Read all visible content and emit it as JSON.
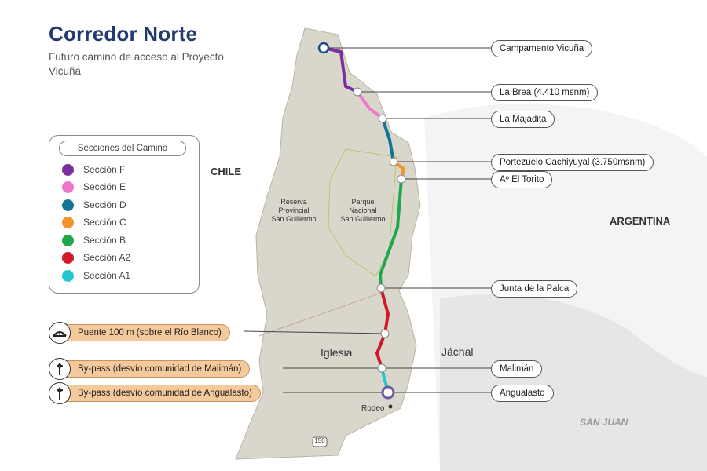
{
  "title": "Corredor Norte",
  "subtitle": "Futuro camino de acceso al Proyecto Vicuña",
  "legend": {
    "title": "Secciones del Camino",
    "items": [
      {
        "label": "Sección F",
        "color": "#7b2e9e"
      },
      {
        "label": "Sección E",
        "color": "#ee78cf"
      },
      {
        "label": "Sección D",
        "color": "#137596"
      },
      {
        "label": "Sección C",
        "color": "#f4922e"
      },
      {
        "label": "Sección B",
        "color": "#1fa84a"
      },
      {
        "label": "Sección A2",
        "color": "#d2182a"
      },
      {
        "label": "Sección A1",
        "color": "#27c7cf"
      }
    ]
  },
  "map_labels": {
    "chile": "CHILE",
    "argentina": "ARGENTINA",
    "san_juan": "SAN JUAN",
    "reserva": "Reserva Provincial San Guillermo",
    "reserva_lines": [
      "Reserva",
      "Provincial",
      "San Guillermo"
    ],
    "parque_lines": [
      "Parque",
      "Nacional",
      "San Guillermo"
    ],
    "iglesia": "Iglesia",
    "jachal": "Jáchal",
    "rodeo": "Rodeo",
    "route": "150"
  },
  "waypoints": [
    {
      "label": "Campamento Vicuña"
    },
    {
      "label": "La Brea (4.410 msnm)"
    },
    {
      "label": "La Majadita"
    },
    {
      "label": "Portezuelo Cachiyuyal (3.750msnm)"
    },
    {
      "label": "Aº El Torito"
    },
    {
      "label": "Junta de la Palca"
    },
    {
      "label": "Malimán"
    },
    {
      "label": "Angualasto"
    }
  ],
  "works": [
    {
      "label": "Puente 100 m (sobre el Río Blanco)",
      "icon": "bridge-icon"
    },
    {
      "label": "By-pass (desvío comunidad de Malimán)",
      "icon": "bypass-icon"
    },
    {
      "label": "By-pass (desvío comunidad de Angualasto)",
      "icon": "bypass-icon"
    }
  ]
}
